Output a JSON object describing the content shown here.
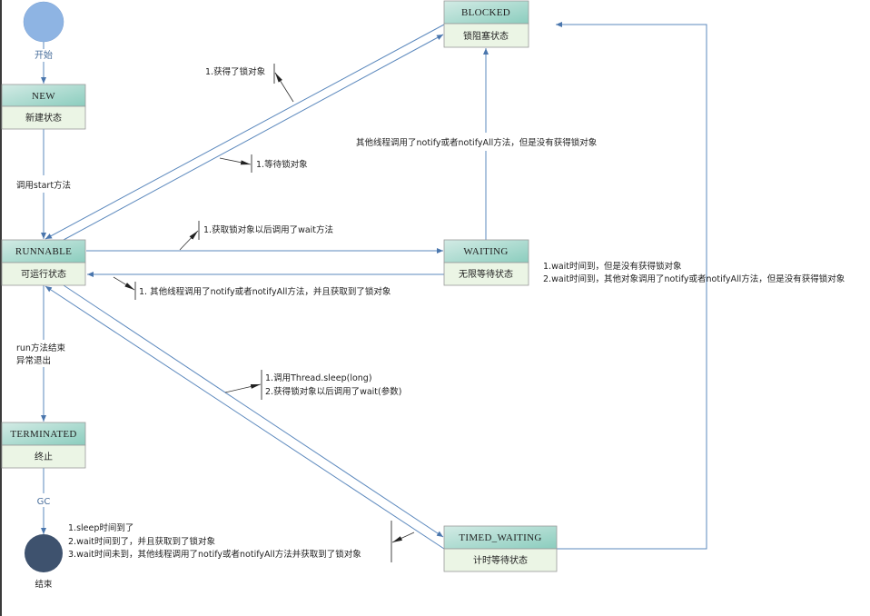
{
  "colors": {
    "edge": "#5b88bd",
    "start_circle": "#8eb4e3",
    "end_circle": "#3e526e",
    "header_from": "#cfe8e2",
    "header_to": "#8ccfc0",
    "body": "#ebf5e5",
    "border": "#9a9a9a"
  },
  "start": {
    "label": "开始"
  },
  "end": {
    "label": "结束"
  },
  "states": {
    "new": {
      "title": "NEW",
      "subtitle": "新建状态"
    },
    "runnable": {
      "title": "RUNNABLE",
      "subtitle": "可运行状态"
    },
    "blocked": {
      "title": "BLOCKED",
      "subtitle": "锁阻塞状态"
    },
    "waiting": {
      "title": "WAITING",
      "subtitle": "无限等待状态"
    },
    "timed_waiting": {
      "title": "TIMED_WAITING",
      "subtitle": "计时等待状态"
    },
    "terminated": {
      "title": "TERMINATED",
      "subtitle": "终止"
    }
  },
  "transitions": {
    "new_to_runnable": "调用start方法",
    "runnable_to_terminated": [
      "run方法结束",
      "异常退出"
    ],
    "terminated_to_end": "GC",
    "blocked_to_runnable": "1.获得了锁对象",
    "runnable_to_blocked": "1.等待锁对象",
    "runnable_to_waiting": "1.获取锁对象以后调用了wait方法",
    "waiting_to_runnable": "1. 其他线程调用了notify或者notifyAll方法，并且获取到了锁对象",
    "waiting_to_blocked": "其他线程调用了notify或者notifyAll方法，但是没有获得锁对象",
    "timed_waiting_to_blocked": [
      "1.wait时间到，但是没有获得锁对象",
      "2.wait时间到，其他对象调用了notify或者notifyAll方法，但是没有获得锁对象"
    ],
    "runnable_to_timed_waiting": [
      "1.调用Thread.sleep(long)",
      "2.获得锁对象以后调用了wait(参数)"
    ],
    "timed_waiting_to_runnable": [
      "1.sleep时间到了",
      "2.wait时间到了，并且获取到了锁对象",
      "3.wait时间未到，其他线程调用了notify或者notifyAll方法并获取到了锁对象"
    ]
  }
}
